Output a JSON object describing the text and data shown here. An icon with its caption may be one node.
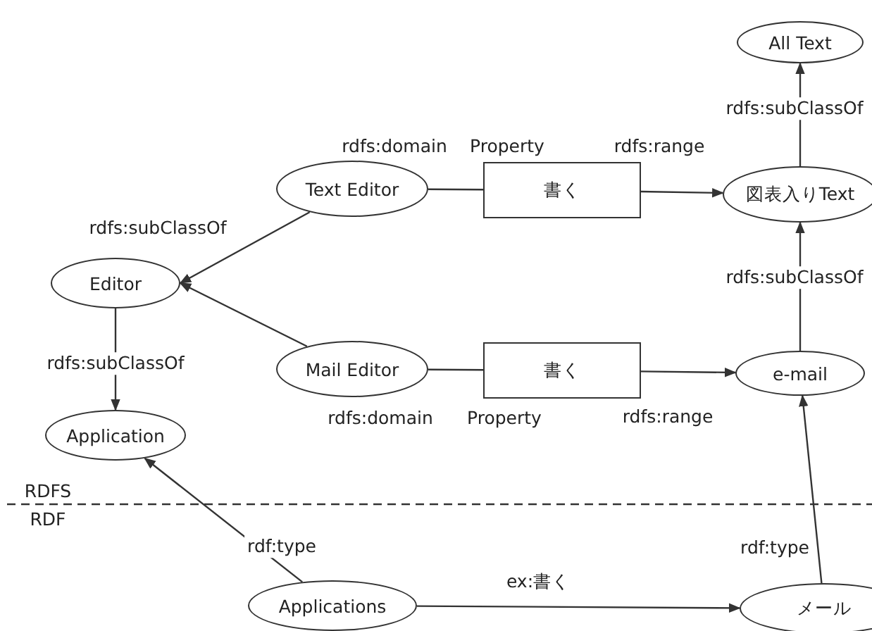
{
  "diagram": {
    "nodes": [
      {
        "text": [
          "All Text"
        ]
      },
      {
        "text": [
          "Text Editor"
        ]
      },
      {
        "text": [
          "書く"
        ],
        "beside": [
          "Property"
        ]
      },
      {
        "text": [
          "図表入りText"
        ]
      },
      {
        "text": [
          "Editor"
        ]
      },
      {
        "text": [
          "Mail Editor"
        ]
      },
      {
        "text": [
          "書く"
        ],
        "beside": [
          "Property"
        ]
      },
      {
        "text": [
          "e-mail"
        ]
      },
      {
        "text": [
          "Application"
        ]
      },
      {
        "text": [
          "Applications"
        ]
      },
      {
        "text": [
          "メール"
        ]
      }
    ],
    "edges": [
      {
        "from": 1,
        "to": 4,
        "arrow": "to",
        "label": "rdfs:subClassOf"
      },
      {
        "from": 5,
        "to": 4,
        "arrow": "to"
      },
      {
        "from": 1,
        "to": 2,
        "arrow": "none",
        "label": "rdfs:domain"
      },
      {
        "from": 2,
        "to": 3,
        "arrow": "to",
        "label": "rdfs:range"
      },
      {
        "from": 3,
        "to": 0,
        "arrow": "to",
        "label": "rdfs:subClassOf"
      },
      {
        "from": 7,
        "to": 3,
        "arrow": "to",
        "label": "rdfs:subClassOf"
      },
      {
        "from": 4,
        "to": 8,
        "arrow": "to",
        "label": "rdfs:subClassOf"
      },
      {
        "from": 5,
        "to": 6,
        "arrow": "none",
        "label": "rdfs:domain"
      },
      {
        "from": 6,
        "to": 7,
        "arrow": "to",
        "label": "rdfs:range"
      },
      {
        "from": 9,
        "to": 8,
        "arrow": "to",
        "label": "rdf:type"
      },
      {
        "from": 9,
        "to": 10,
        "arrow": "to",
        "label": "ex:書く"
      },
      {
        "from": 10,
        "to": 7,
        "arrow": "to",
        "label": "rdf:type"
      }
    ],
    "labels": [
      "RDFS",
      "RDF"
    ]
  }
}
